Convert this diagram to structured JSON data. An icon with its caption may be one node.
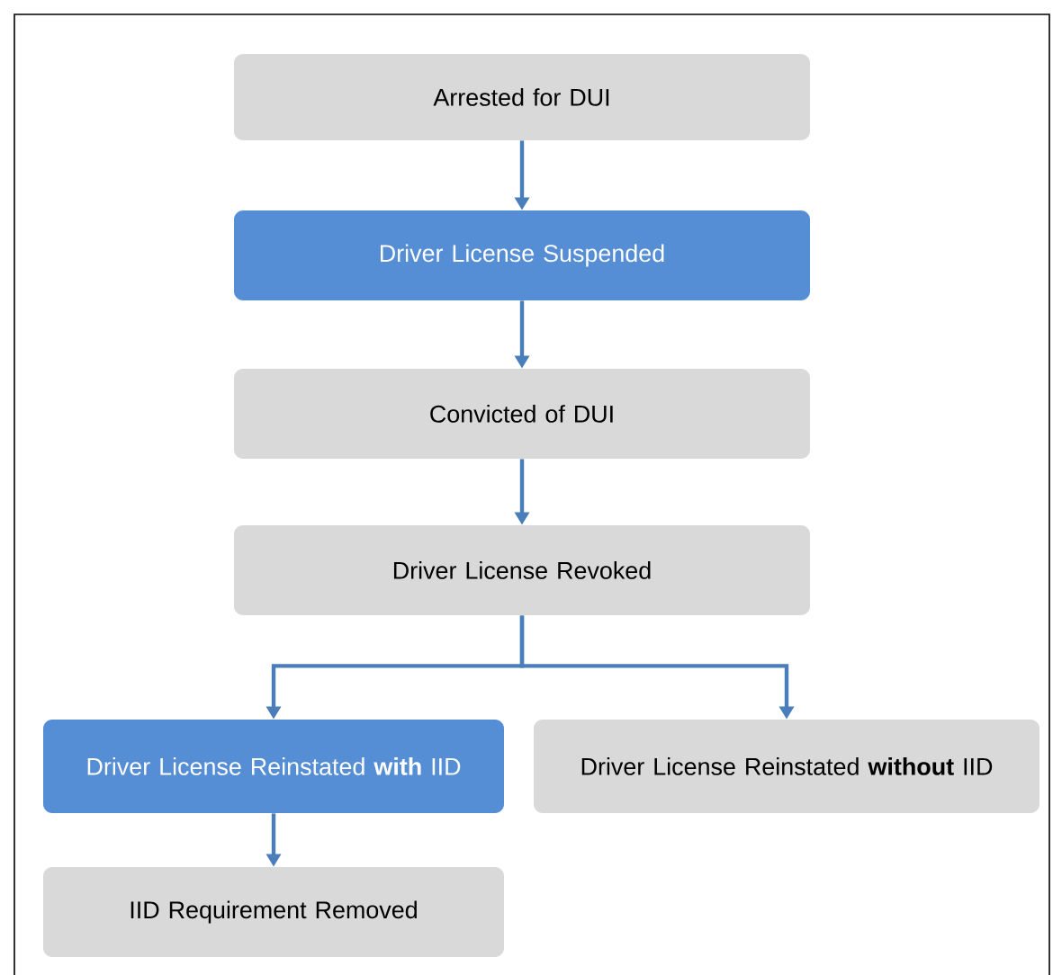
{
  "diagram": {
    "nodes": [
      {
        "text": [
          "Arrested for DUI"
        ]
      },
      {
        "text": [
          "Driver License Suspended"
        ]
      },
      {
        "text": [
          "Convicted of DUI"
        ]
      },
      {
        "text": [
          "Driver License Revoked"
        ]
      },
      {
        "text": [
          "Driver License Reinstated **with** IID"
        ]
      },
      {
        "text": [
          "Driver License Reinstated **without** IID"
        ]
      },
      {
        "text": [
          "IID Requirement Removed"
        ]
      }
    ],
    "edges": [
      {
        "from": 0,
        "to": 1,
        "arrow": "to"
      },
      {
        "from": 1,
        "to": 2,
        "arrow": "to"
      },
      {
        "from": 2,
        "to": 3,
        "arrow": "to"
      },
      {
        "from": 3,
        "to": 4,
        "arrow": "to"
      },
      {
        "from": 3,
        "to": 5,
        "arrow": "to"
      },
      {
        "from": 4,
        "to": 6,
        "arrow": "to"
      }
    ]
  }
}
